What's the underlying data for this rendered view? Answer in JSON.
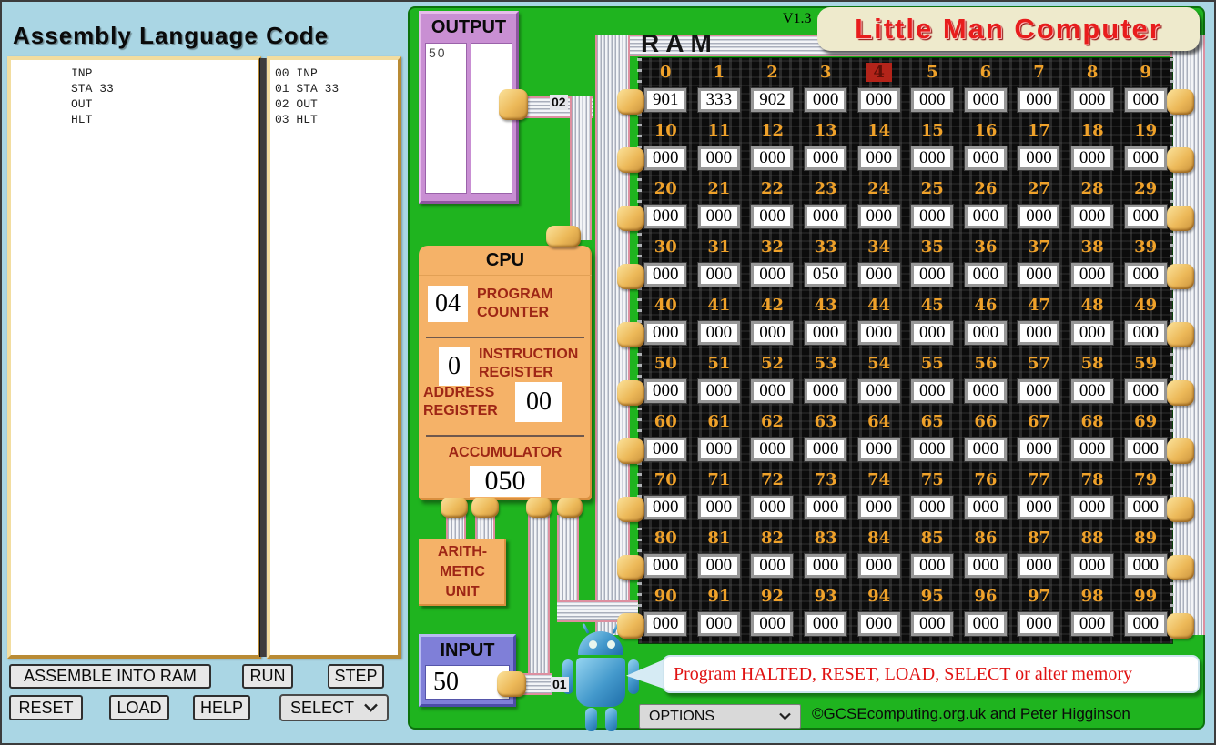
{
  "left_panel": {
    "title": "Assembly Language Code",
    "editor_lines": [
      "INP",
      "STA 33",
      "OUT",
      "HLT"
    ],
    "assembled_lines": [
      "00 INP",
      "01 STA 33",
      "02 OUT",
      "03 HLT"
    ],
    "buttons": {
      "assemble": "ASSEMBLE INTO RAM",
      "run": "RUN",
      "step": "STEP",
      "reset": "RESET",
      "load": "LOAD",
      "help": "HELP",
      "select": "SELECT"
    }
  },
  "board": {
    "version": "V1.3",
    "title": "Little Man Computer",
    "ram_label": "RAM",
    "output": {
      "label": "OUTPUT",
      "column1_text": "50",
      "column2_text": ""
    },
    "input": {
      "label": "INPUT",
      "value": "50"
    },
    "cpu": {
      "label": "CPU",
      "program_counter": {
        "label": "PROGRAM COUNTER",
        "value": "04"
      },
      "instruction_register": {
        "label": "INSTRUCTION REGISTER",
        "value": "0"
      },
      "address_register": {
        "label": "ADDRESS REGISTER",
        "value": "00"
      },
      "accumulator": {
        "label": "ACCUMULATOR",
        "value": "050"
      }
    },
    "alu": {
      "lines": [
        "ARITH-",
        "METIC",
        "UNIT"
      ]
    },
    "bus_labels": {
      "output_bus": "02",
      "input_bus": "01"
    },
    "ram": {
      "highlighted_address": 4,
      "cells": [
        [
          "901",
          "333",
          "902",
          "000",
          "000",
          "000",
          "000",
          "000",
          "000",
          "000"
        ],
        [
          "000",
          "000",
          "000",
          "000",
          "000",
          "000",
          "000",
          "000",
          "000",
          "000"
        ],
        [
          "000",
          "000",
          "000",
          "000",
          "000",
          "000",
          "000",
          "000",
          "000",
          "000"
        ],
        [
          "000",
          "000",
          "000",
          "050",
          "000",
          "000",
          "000",
          "000",
          "000",
          "000"
        ],
        [
          "000",
          "000",
          "000",
          "000",
          "000",
          "000",
          "000",
          "000",
          "000",
          "000"
        ],
        [
          "000",
          "000",
          "000",
          "000",
          "000",
          "000",
          "000",
          "000",
          "000",
          "000"
        ],
        [
          "000",
          "000",
          "000",
          "000",
          "000",
          "000",
          "000",
          "000",
          "000",
          "000"
        ],
        [
          "000",
          "000",
          "000",
          "000",
          "000",
          "000",
          "000",
          "000",
          "000",
          "000"
        ],
        [
          "000",
          "000",
          "000",
          "000",
          "000",
          "000",
          "000",
          "000",
          "000",
          "000"
        ],
        [
          "000",
          "000",
          "000",
          "000",
          "000",
          "000",
          "000",
          "000",
          "000",
          "000"
        ]
      ]
    },
    "status_message": "Program HALTED, RESET, LOAD, SELECT or alter memory",
    "options_label": "OPTIONS",
    "credit": "©GCSEcomputing.org.uk and Peter Higginson"
  },
  "colors": {
    "board_green": "#1fb41f",
    "cpu_orange": "#f5b268",
    "output_purple": "#c98fd3",
    "input_blue": "#7f7fd8",
    "ram_gold": "#f0a22a",
    "highlight_red": "#b3241a",
    "status_red": "#e01212",
    "title_red": "#e81d1d"
  }
}
